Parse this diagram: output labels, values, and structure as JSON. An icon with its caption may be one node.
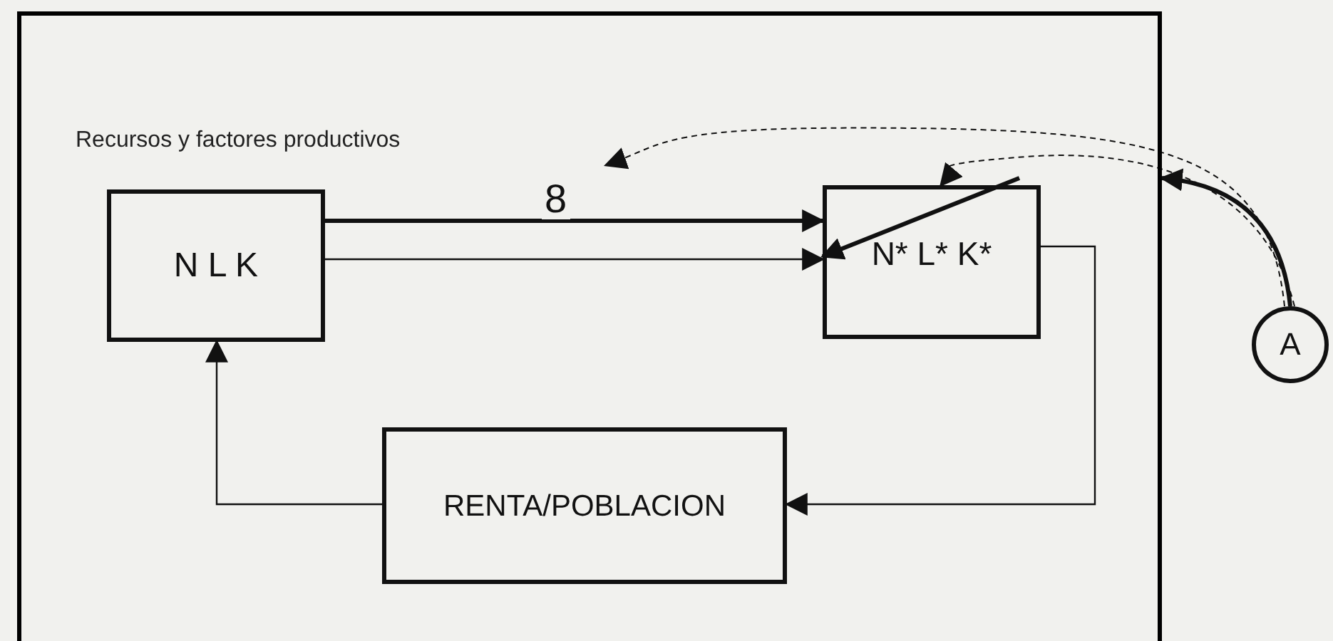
{
  "diagram": {
    "nodes": [
      {
        "text": [
          "Recursos y factores productivos"
        ]
      },
      {
        "text": [
          "N L K"
        ],
        "in": 0
      },
      {
        "text": [
          "N* L* K*"
        ],
        "in": 0
      },
      {
        "text": [
          "RENTA/POBLACION"
        ],
        "in": 0
      },
      {
        "text": [
          "A"
        ]
      }
    ],
    "edges": [
      {
        "from": 1,
        "to": 2,
        "arrow": "to",
        "label": "8",
        "style": "thick"
      },
      {
        "from": 1,
        "to": 2,
        "arrow": "to"
      },
      {
        "from": 2,
        "to": 3,
        "arrow": "to"
      },
      {
        "from": 3,
        "to": 1,
        "arrow": "to"
      },
      {
        "from": null,
        "to": 2,
        "arrow": "to",
        "style": "thick"
      },
      {
        "from": 4,
        "to": 0,
        "arrow": "to",
        "style": "thick"
      },
      {
        "from": 4,
        "to": null,
        "arrow": "to",
        "style": "dashed"
      },
      {
        "from": 4,
        "to": 2,
        "arrow": "to",
        "style": "dashed"
      }
    ]
  }
}
